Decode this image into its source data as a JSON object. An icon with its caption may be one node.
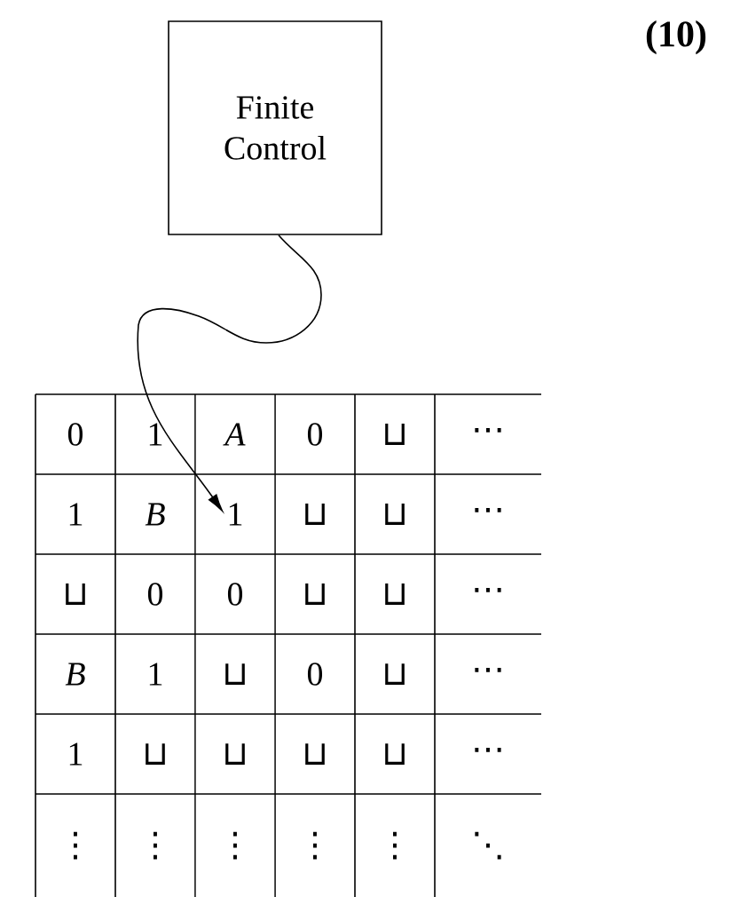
{
  "diagram": {
    "nodes": [
      {
        "text": [
          "Finite Control"
        ]
      },
      {
        "text": [
          "1"
        ]
      }
    ],
    "edges": [
      {
        "from": 0,
        "to": 1,
        "arrow": "to"
      }
    ],
    "labels": [
      "**(10)**",
      "0",
      "1",
      "*A*",
      "0",
      "⊔",
      "⋯",
      "1",
      "*B*",
      "⊔",
      "⊔",
      "⋯",
      "⊔",
      "0",
      "0",
      "⊔",
      "⊔",
      "⋯",
      "*B*",
      "1",
      "⊔",
      "0",
      "⊔",
      "⋯",
      "1",
      "⊔",
      "⊔",
      "⊔",
      "⊔",
      "⋯",
      "⋮",
      "⋮",
      "⋮",
      "⋮",
      "⋮",
      "⋱"
    ]
  }
}
